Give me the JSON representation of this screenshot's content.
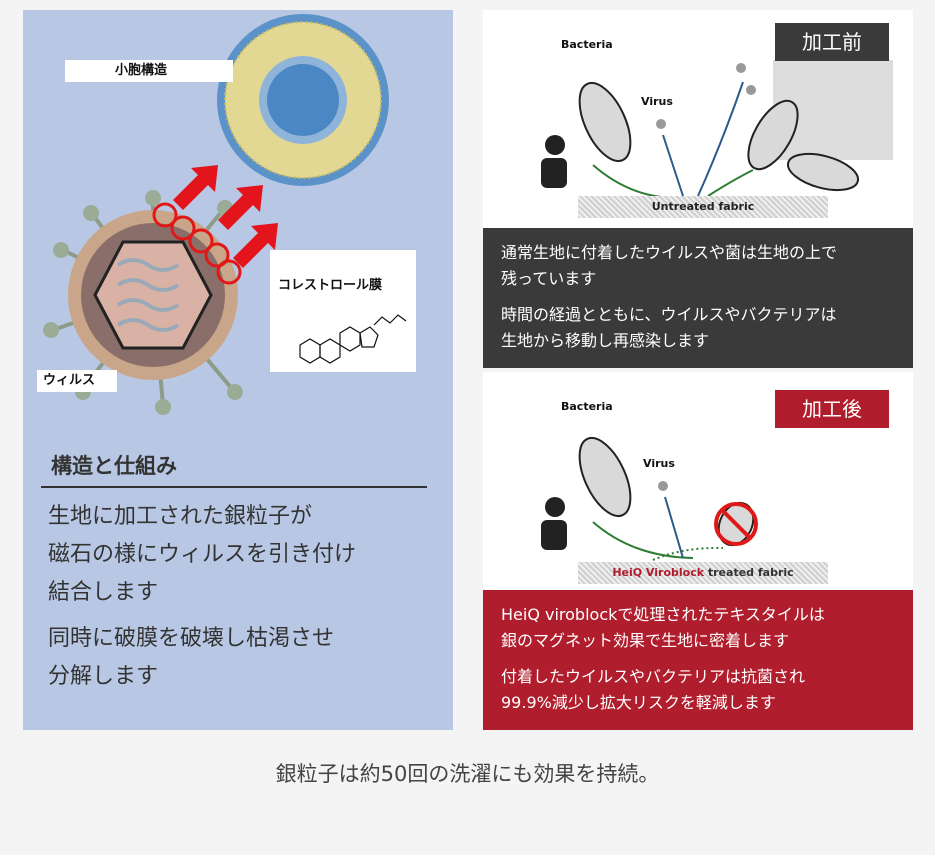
{
  "left": {
    "vesicle_label": "小胞構造",
    "cholesterol_label": "コレストロール膜",
    "virus_label": "ウィルス",
    "section_title": "構造と仕組み",
    "para1": [
      "生地に加工された銀粒子が",
      "磁石の様にウィルスを引き付け",
      "結合します"
    ],
    "para2": [
      "同時に破膜を破壊し枯渇させ",
      "分解します"
    ]
  },
  "before": {
    "tag": "加工前",
    "bacteria": "Bacteria",
    "virus": "Virus",
    "fabric": "Untreated fabric",
    "text1": [
      "通常生地に付着したウイルスや菌は生地の上で",
      "残っています"
    ],
    "text2": [
      "時間の経過とともに、ウイルスやバクテリアは",
      "生地から移動し再感染します"
    ]
  },
  "after": {
    "tag": "加工後",
    "bacteria": "Bacteria",
    "virus": "Virus",
    "fabric_brand": "HeiQ Viroblock",
    "fabric_rest": " treated fabric",
    "text1": [
      "HeiQ viroblockで処理されたテキスタイルは",
      "銀のマグネット効果で生地に密着します"
    ],
    "text2": [
      "付着したウイルスやバクテリアは抗菌され",
      "99.9%減少し拡大リスクを軽減します"
    ]
  },
  "footer": "銀粒子は約50回の洗濯にも効果を持続。",
  "colors": {
    "blue_panel": "#b8c8e4",
    "dark": "#3a3a3a",
    "red": "#b01e2d"
  }
}
